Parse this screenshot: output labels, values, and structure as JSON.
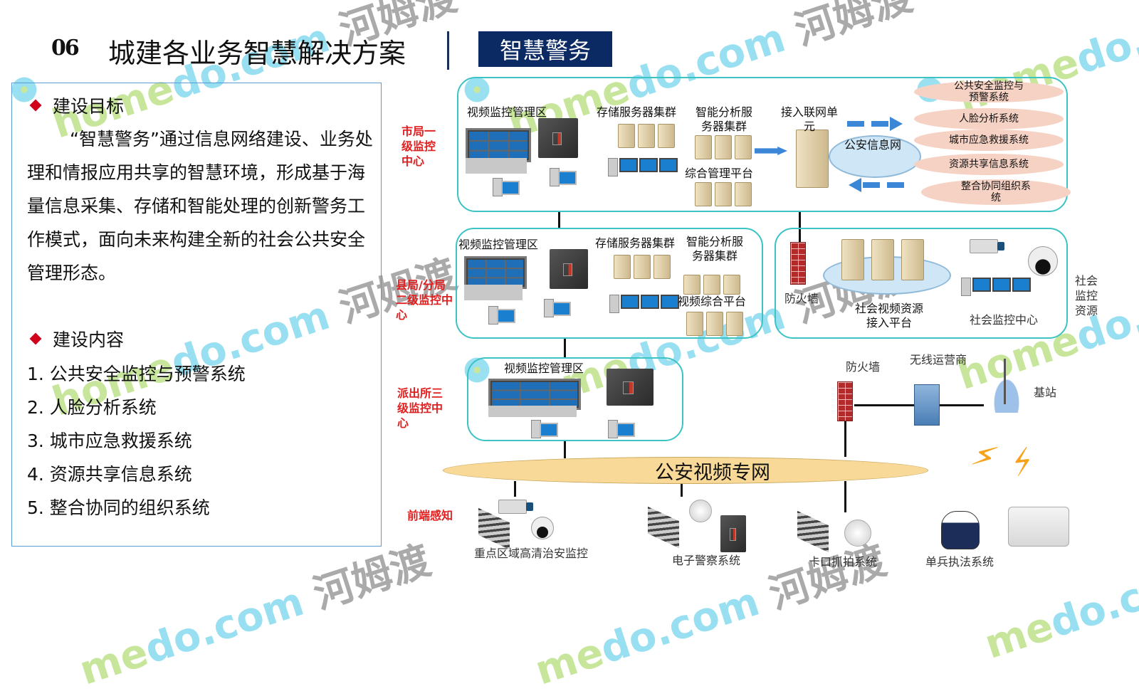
{
  "header": {
    "section_number": "06",
    "title": "城建各业务智慧解决方案",
    "badge": "智慧警务"
  },
  "left_panel": {
    "goal_heading": "建设目标",
    "goal_text": "“智慧警务”通过信息网络建设、业务处理和情报应用共享的智慧环境，形成基于海量信息采集、存储和智能处理的创新警务工作模式，面向未来构建全新的社会公共安全管理形态。",
    "content_heading": "建设内容",
    "content_items": [
      "1. 公共安全监控与预警系统",
      "2. 人脸分析系统",
      "3. 城市应急救援系统",
      "4. 资源共享信息系统",
      "5. 整合协同的组织系统"
    ]
  },
  "diagram": {
    "level1": {
      "label": "市局一级监控中心",
      "video_area": "视频监控管理区",
      "storage": "存储服务器集群",
      "analysis": "智能分析服务器集群",
      "platform": "综合管理平台",
      "access_unit": "接入联网单元",
      "police_net": "公安信息网",
      "systems": [
        "公共安全监控与预警系统",
        "人脸分析系统",
        "城市应急救援系统",
        "资源共享信息系统",
        "整合协同组织系统"
      ]
    },
    "level2": {
      "label": "县局/分局二级监控中心",
      "video_area": "视频监控管理区",
      "storage": "存储服务器集群",
      "analysis": "智能分析服务器集群",
      "platform": "视频综合平台"
    },
    "social": {
      "firewall": "防火墙",
      "platform": "社会视频资源接入平台",
      "center": "社会监控中心",
      "side_label": "社会监控资源"
    },
    "level3": {
      "label": "派出所三级监控中心",
      "video_area": "视频监控管理区"
    },
    "wireless": {
      "firewall": "防火墙",
      "operator": "无线运营商",
      "base_station": "基站"
    },
    "network": "公安视频专网",
    "frontend": {
      "label": "前端感知",
      "items": [
        "重点区域高清治安监控",
        "电子警察系统",
        "卡口抓拍系统",
        "单兵执法系统"
      ]
    }
  },
  "watermark": "homedo.com 河姆渡",
  "colors": {
    "badge_bg": "#0b2a63",
    "zone_border": "#3cc3c3",
    "label_red": "#e02020",
    "ellipse": "#f6d2c4",
    "network_cloud": "#f8d998"
  }
}
